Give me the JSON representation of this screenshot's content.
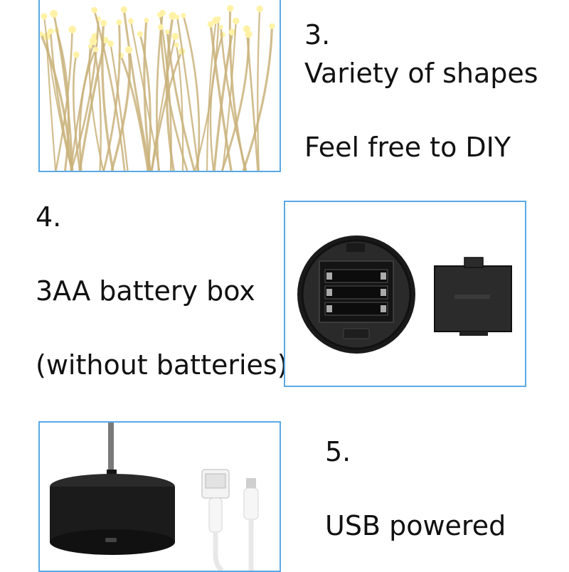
{
  "section3": {
    "number": "3.",
    "line1": "Variety of shapes",
    "line2": "Feel free to DIY"
  },
  "section4": {
    "number": "4.",
    "line1": "3AA battery box",
    "line2": "(without batteries)"
  },
  "section5": {
    "number": "5.",
    "line1": "USB powered"
  },
  "colors": {
    "frame_border": "#5aa9e6",
    "wire": "#c9b27a",
    "led": "#fff2a6",
    "device_black": "#1b1b1b"
  }
}
